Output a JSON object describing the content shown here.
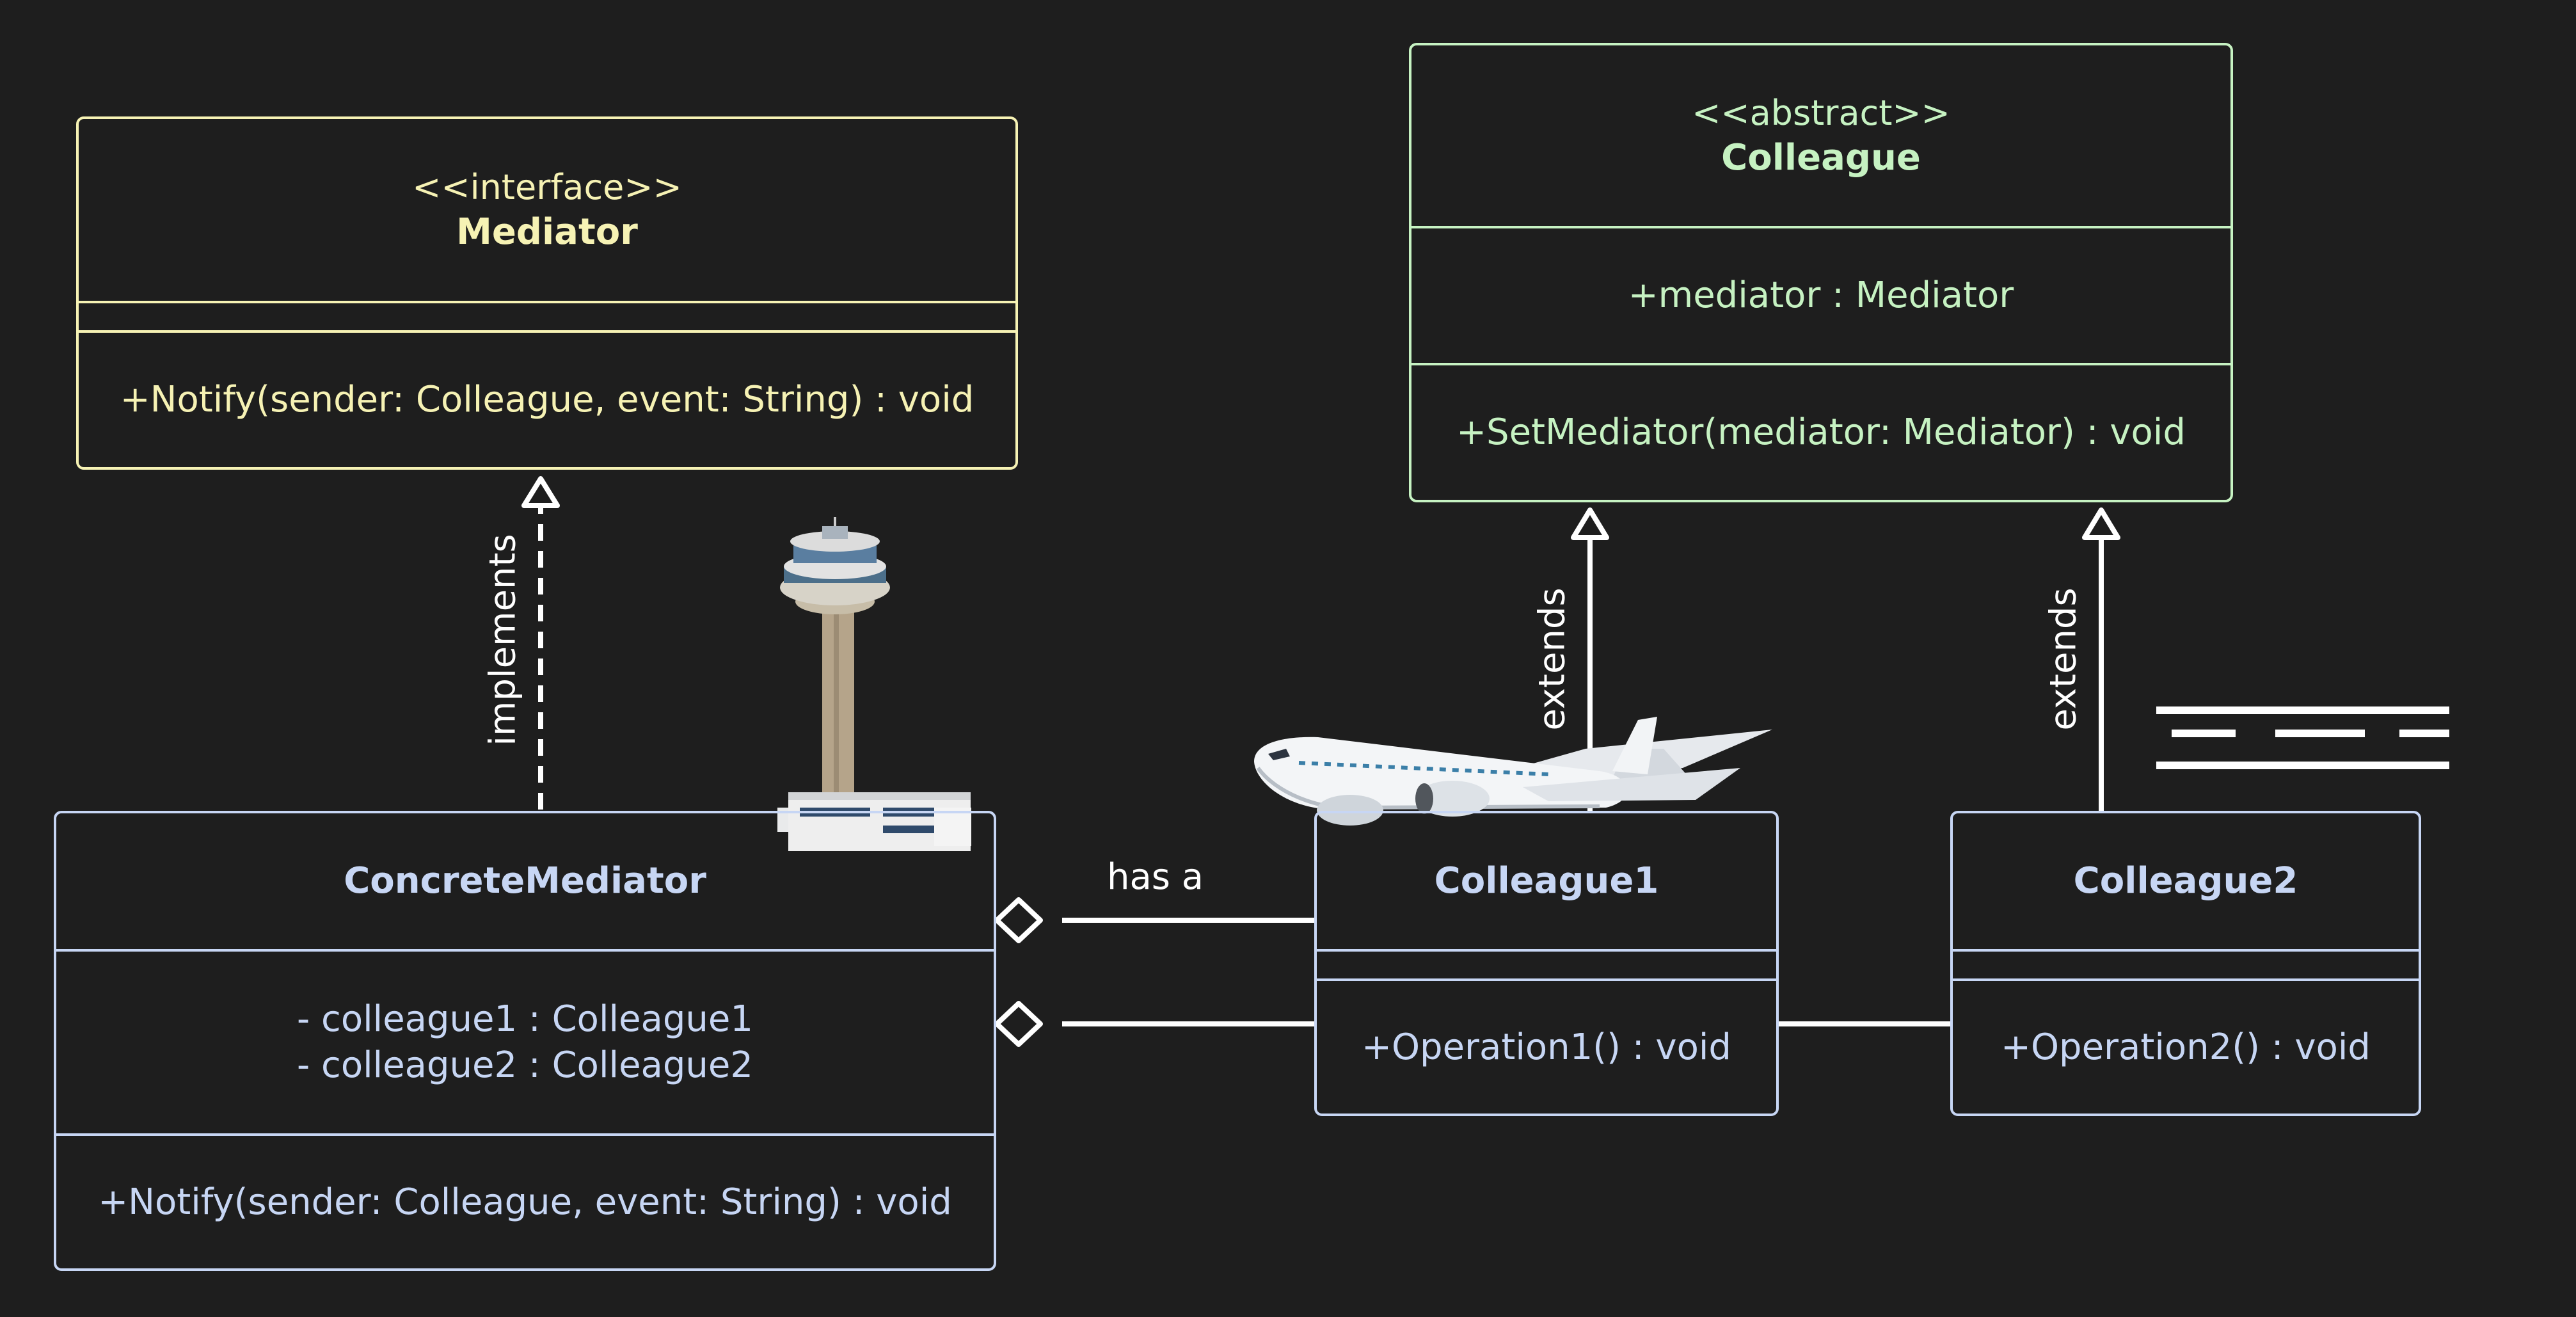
{
  "mediator_interface": {
    "stereotype": "<<interface>>",
    "name": "Mediator",
    "method": "+Notify(sender: Colleague, event: String) : void"
  },
  "colleague_abstract": {
    "stereotype": "<<abstract>>",
    "name": "Colleague",
    "field": "+mediator : Mediator",
    "method": "+SetMediator(mediator: Mediator) : void"
  },
  "concrete_mediator": {
    "name": "ConcreteMediator",
    "field1": "- colleague1 : Colleague1",
    "field2": "- colleague2 : Colleague2",
    "method": "+Notify(sender: Colleague, event: String) : void"
  },
  "colleague1": {
    "name": "Colleague1",
    "method": "+Operation1() : void"
  },
  "colleague2": {
    "name": "Colleague2",
    "method": "+Operation2() : void"
  },
  "relations": {
    "implements": "implements",
    "extends1": "extends",
    "extends2": "extends",
    "has_a": "has a"
  },
  "colors": {
    "background": "#1e1e1e",
    "interface": "#f6f2b4",
    "abstract": "#c6f2c2",
    "concrete": "#c7d6f4",
    "lines": "#ffffff"
  },
  "icons": [
    "control-tower-icon",
    "airplane-icon",
    "runway-icon"
  ]
}
